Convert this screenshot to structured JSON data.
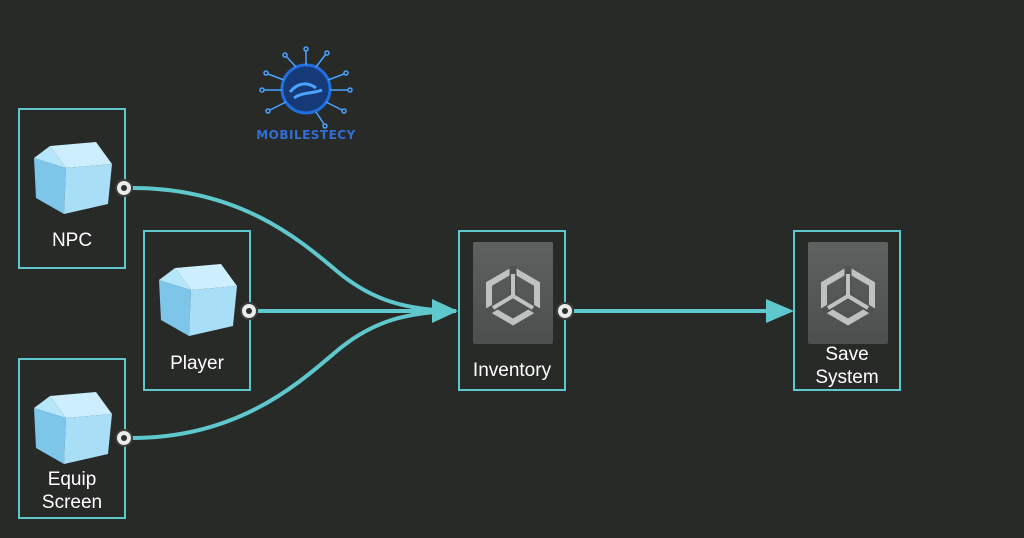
{
  "logo": {
    "text": "MOBILESTECY"
  },
  "nodes": {
    "npc": {
      "label": "NPC",
      "icon": "cube-icon"
    },
    "player": {
      "label": "Player",
      "icon": "cube-icon"
    },
    "equip_screen": {
      "label": "Equip\nScreen",
      "icon": "cube-icon"
    },
    "inventory": {
      "label": "Inventory",
      "icon": "unity-logo-icon"
    },
    "save_system": {
      "label": "Save\nSystem",
      "icon": "unity-logo-icon"
    }
  },
  "edges": [
    {
      "from": "NPC",
      "to": "Inventory"
    },
    {
      "from": "Player",
      "to": "Inventory"
    },
    {
      "from": "Equip Screen",
      "to": "Inventory"
    },
    {
      "from": "Inventory",
      "to": "Save System"
    }
  ],
  "colors": {
    "accent": "#5ec8cc",
    "background": "#282a28",
    "cube": "#8fd3f0",
    "label": "#ffffff"
  }
}
